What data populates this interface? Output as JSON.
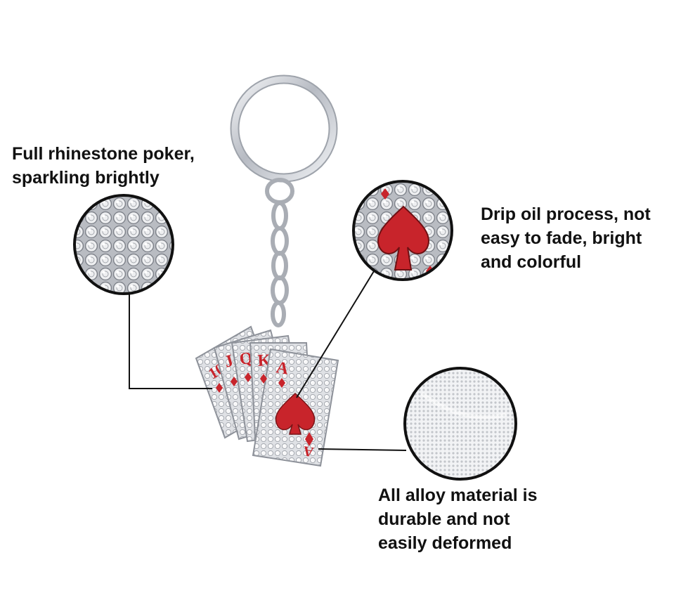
{
  "captions": {
    "rhinestone": {
      "line1": "Full rhinestone poker,",
      "line2": "sparkling brightly"
    },
    "drip_oil": {
      "line1": "Drip oil process, not",
      "line2": "easy to fade, bright",
      "line3": "and colorful"
    },
    "alloy": {
      "line1": "All alloy material is",
      "line2": "durable and not",
      "line3": "easily deformed"
    }
  },
  "cards": {
    "ranks": [
      "10",
      "J",
      "Q",
      "K",
      "A"
    ],
    "corner_rank": "A"
  },
  "icons": {
    "key_ring": "key-ring-icon",
    "chain": "chain-icon",
    "spade": "spade-icon",
    "diamond": "diamond-icon"
  },
  "colors": {
    "card_red": "#c8242b",
    "silver": "#c9ccd2",
    "callout_border": "#111111",
    "text": "#111111"
  }
}
